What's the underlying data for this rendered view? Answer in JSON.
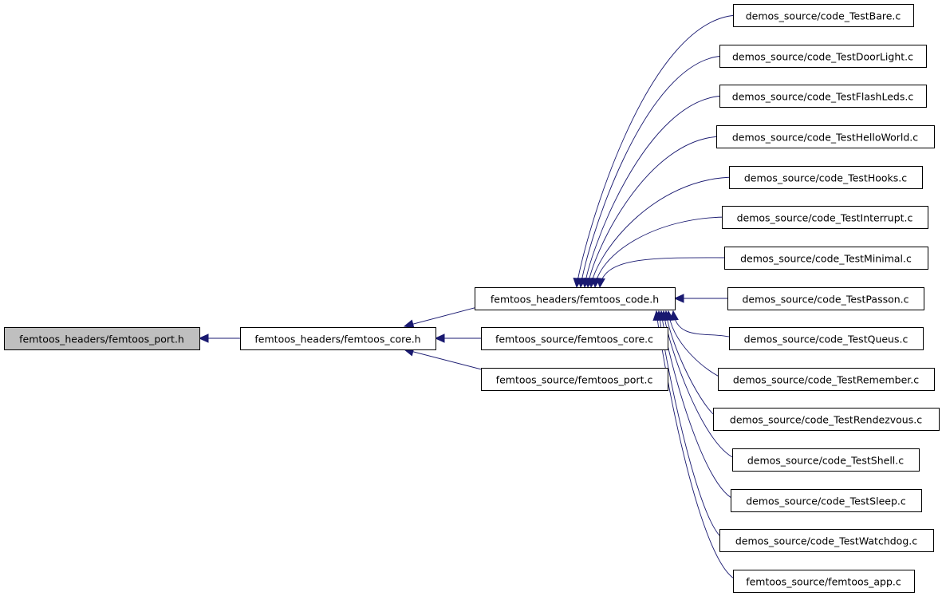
{
  "graph": {
    "root": "femtoos_headers/femtoos_port.h",
    "nodes": [
      {
        "id": "port_h",
        "label": "femtoos_headers/femtoos_port.h"
      },
      {
        "id": "core_h",
        "label": "femtoos_headers/femtoos_core.h"
      },
      {
        "id": "code_h",
        "label": "femtoos_headers/femtoos_code.h"
      },
      {
        "id": "core_c",
        "label": "femtoos_source/femtoos_core.c"
      },
      {
        "id": "port_c",
        "label": "femtoos_source/femtoos_port.c"
      },
      {
        "id": "bare",
        "label": "demos_source/code_TestBare.c"
      },
      {
        "id": "doorlight",
        "label": "demos_source/code_TestDoorLight.c"
      },
      {
        "id": "flashleds",
        "label": "demos_source/code_TestFlashLeds.c"
      },
      {
        "id": "helloworld",
        "label": "demos_source/code_TestHelloWorld.c"
      },
      {
        "id": "hooks",
        "label": "demos_source/code_TestHooks.c"
      },
      {
        "id": "interrupt",
        "label": "demos_source/code_TestInterrupt.c"
      },
      {
        "id": "minimal",
        "label": "demos_source/code_TestMinimal.c"
      },
      {
        "id": "passon",
        "label": "demos_source/code_TestPasson.c"
      },
      {
        "id": "queus",
        "label": "demos_source/code_TestQueus.c"
      },
      {
        "id": "remember",
        "label": "demos_source/code_TestRemember.c"
      },
      {
        "id": "rendezvous",
        "label": "demos_source/code_TestRendezvous.c"
      },
      {
        "id": "shell",
        "label": "demos_source/code_TestShell.c"
      },
      {
        "id": "sleep",
        "label": "demos_source/code_TestSleep.c"
      },
      {
        "id": "watchdog",
        "label": "demos_source/code_TestWatchdog.c"
      },
      {
        "id": "app_c",
        "label": "femtoos_source/femtoos_app.c"
      }
    ],
    "edges": [
      {
        "from": "core_h",
        "to": "port_h"
      },
      {
        "from": "code_h",
        "to": "core_h"
      },
      {
        "from": "core_c",
        "to": "core_h"
      },
      {
        "from": "port_c",
        "to": "core_h"
      },
      {
        "from": "bare",
        "to": "code_h"
      },
      {
        "from": "doorlight",
        "to": "code_h"
      },
      {
        "from": "flashleds",
        "to": "code_h"
      },
      {
        "from": "helloworld",
        "to": "code_h"
      },
      {
        "from": "hooks",
        "to": "code_h"
      },
      {
        "from": "interrupt",
        "to": "code_h"
      },
      {
        "from": "minimal",
        "to": "code_h"
      },
      {
        "from": "passon",
        "to": "code_h"
      },
      {
        "from": "queus",
        "to": "code_h"
      },
      {
        "from": "remember",
        "to": "code_h"
      },
      {
        "from": "rendezvous",
        "to": "code_h"
      },
      {
        "from": "shell",
        "to": "code_h"
      },
      {
        "from": "sleep",
        "to": "code_h"
      },
      {
        "from": "watchdog",
        "to": "code_h"
      },
      {
        "from": "app_c",
        "to": "code_h"
      }
    ],
    "colors": {
      "edge": "#191970",
      "root_fill": "#bfbfbf",
      "node_fill": "#ffffff",
      "border": "#000000"
    }
  }
}
